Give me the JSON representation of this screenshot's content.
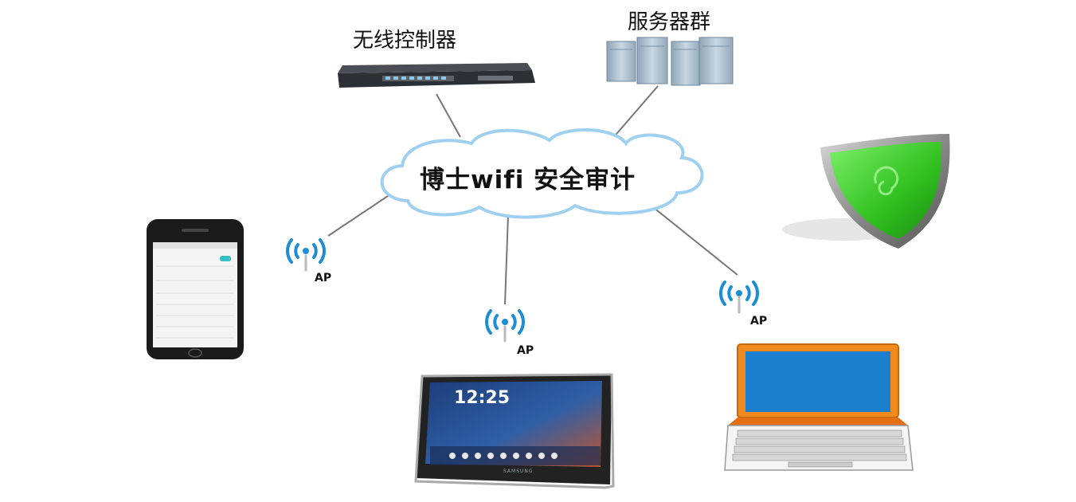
{
  "diagram": {
    "controller_label": "无线控制器",
    "servers_label": "服务器群",
    "cloud_label": "博士wifi  安全审计",
    "ap_label": "AP"
  },
  "tablet": {
    "clock": "12:25",
    "brand": "SAMSUNG"
  },
  "colors": {
    "cloud_outline": "#9fd0ef",
    "line": "#777777",
    "ap_blue": "#1e8dd6",
    "shield_green": "#3ed22a",
    "laptop_orange": "#f08a1e",
    "laptop_screen": "#1c7fcd",
    "server_blue": "#a9bfd0"
  },
  "icons": [
    "controller-device-icon",
    "server-rack-icon",
    "cloud-icon",
    "ap-wifi-icon",
    "smartphone-icon",
    "tablet-icon",
    "laptop-icon",
    "shield-icon"
  ]
}
